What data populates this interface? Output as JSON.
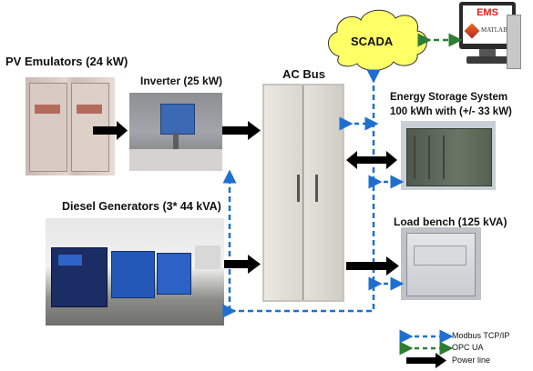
{
  "blocks": {
    "pv": {
      "label": "PV Emulators (24 kW)"
    },
    "inverter": {
      "label": "Inverter (25 kW)"
    },
    "acbus": {
      "label": "AC Bus"
    },
    "ess": {
      "label_line1": "Energy Storage System",
      "label_line2": "100 kWh with (+/- 33 kW)"
    },
    "diesel": {
      "label": "Diesel Generators (3* 44 kVA)"
    },
    "load": {
      "label": "Load bench (125 kVA)"
    },
    "scada": {
      "label": "SCADA"
    },
    "ems": {
      "label": "EMS",
      "software": "MATLAB"
    }
  },
  "legend": {
    "modbus": "Modbus TCP/IP",
    "opc": "OPC UA",
    "power": "Power line"
  },
  "colors": {
    "modbus": "#1f6fd1",
    "opc": "#2e7d32",
    "power": "#000000",
    "scada_fill": "#ffff66",
    "ems_red": "#e11b1b"
  }
}
